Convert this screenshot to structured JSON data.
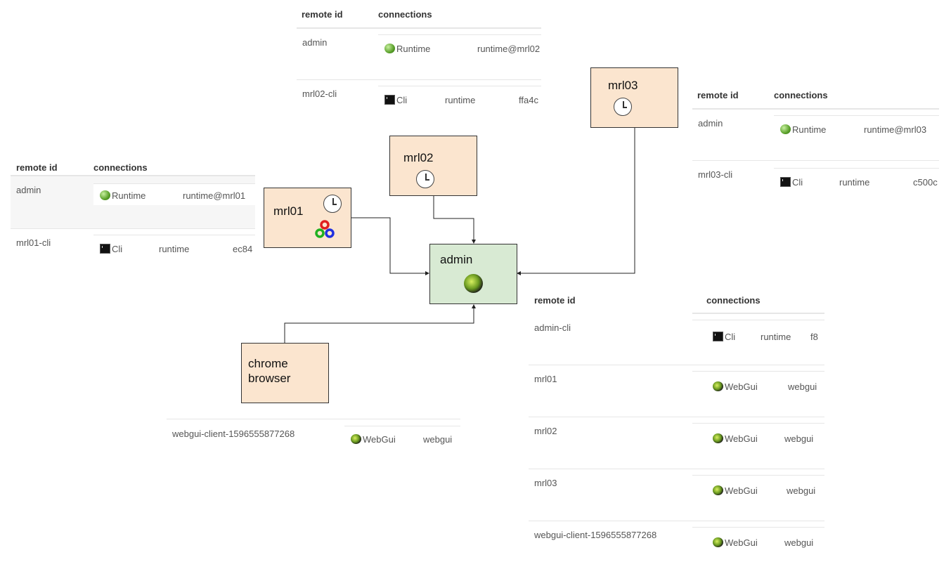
{
  "headers": {
    "remote_id": "remote id",
    "connections": "connections"
  },
  "nodes": {
    "mrl01": "mrl01",
    "mrl02": "mrl02",
    "mrl03": "mrl03",
    "admin": "admin",
    "chrome": "chrome\nbrowser"
  },
  "tables": {
    "mrl02": {
      "rows": [
        {
          "id": "admin",
          "type": "Runtime",
          "name": "runtime@mrl02",
          "extra": ""
        },
        {
          "id": "mrl02-cli",
          "type": "Cli",
          "name": "runtime",
          "extra": "ffa4c"
        }
      ]
    },
    "mrl01": {
      "rows": [
        {
          "id": "admin",
          "type": "Runtime",
          "name": "runtime@mrl01",
          "extra": ""
        },
        {
          "id": "mrl01-cli",
          "type": "Cli",
          "name": "runtime",
          "extra": "ec84"
        }
      ]
    },
    "mrl03": {
      "rows": [
        {
          "id": "admin",
          "type": "Runtime",
          "name": "runtime@mrl03",
          "extra": ""
        },
        {
          "id": "mrl03-cli",
          "type": "Cli",
          "name": "runtime",
          "extra": "c500c"
        }
      ]
    },
    "admin": {
      "rows": [
        {
          "id": "admin-cli",
          "type": "Cli",
          "name": "runtime",
          "extra": "f8"
        },
        {
          "id": "mrl01",
          "type": "WebGui",
          "name": "webgui",
          "extra": ""
        },
        {
          "id": "mrl02",
          "type": "WebGui",
          "name": "webgui",
          "extra": ""
        },
        {
          "id": "mrl03",
          "type": "WebGui",
          "name": "webgui",
          "extra": ""
        },
        {
          "id": "webgui-client-1596555877268",
          "type": "WebGui",
          "name": "webgui",
          "extra": ""
        }
      ]
    },
    "browser": {
      "rows": [
        {
          "id": "webgui-client-1596555877268",
          "type": "WebGui",
          "name": "webgui",
          "extra": ""
        }
      ]
    }
  },
  "icons": {
    "runtime": "runtime-icon",
    "cli": "terminal-icon",
    "webgui": "globe-icon",
    "clock": "clock-icon",
    "opencv": "opencv-logo-icon"
  }
}
